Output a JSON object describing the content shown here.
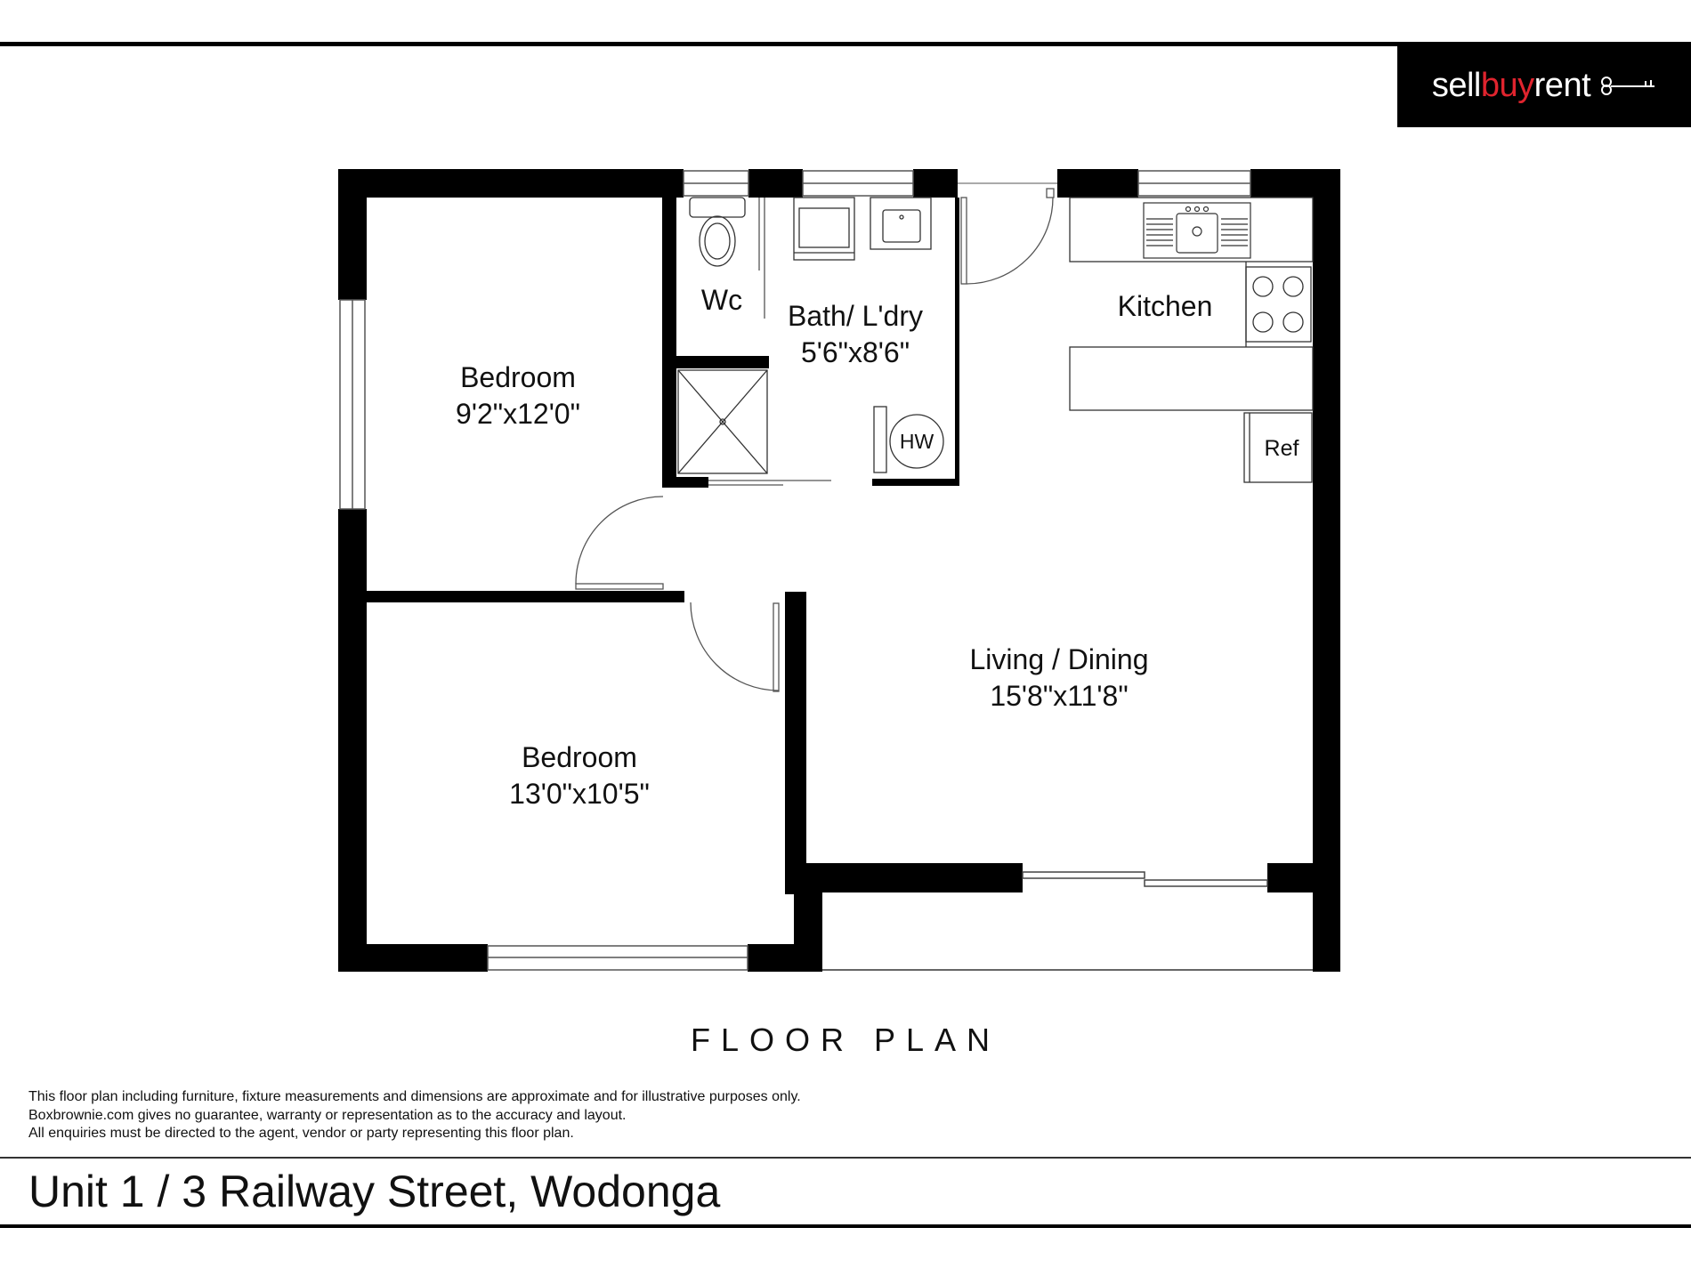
{
  "brand": {
    "name_part1": "sell",
    "name_part2": "buy",
    "name_part3": "rent",
    "accent_color": "#e0242e",
    "background_color": "#000000",
    "icon": "key-icon"
  },
  "rooms": {
    "bedroom1": {
      "name": "Bedroom",
      "dims": "9'2\"x12'0\""
    },
    "wc": {
      "name": "Wc"
    },
    "bath": {
      "name": "Bath/ L'dry",
      "dims": "5'6\"x8'6\""
    },
    "kitchen": {
      "name": "Kitchen"
    },
    "hw": {
      "name": "HW"
    },
    "ref": {
      "name": "Ref"
    },
    "living": {
      "name": "Living / Dining",
      "dims": "15'8\"x11'8\""
    },
    "bedroom2": {
      "name": "Bedroom",
      "dims": "13'0\"x10'5\""
    }
  },
  "plan_title": "FLOOR PLAN",
  "disclaimer": [
    "This floor plan including furniture, fixture measurements and dimensions are approximate and for illustrative purposes only.",
    "Boxbrownie.com gives no guarantee, warranty or representation as to the accuracy and layout.",
    "All enquiries must be directed to the agent, vendor or party representing this floor plan."
  ],
  "address": "Unit 1 / 3 Railway Street, Wodonga"
}
